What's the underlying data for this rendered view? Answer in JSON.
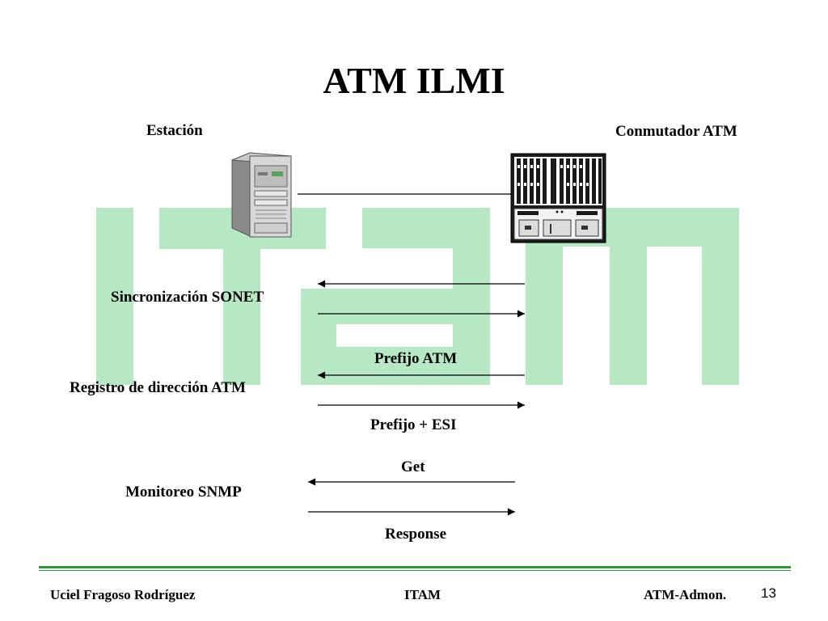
{
  "slide": {
    "title": "ATM ILMI",
    "watermark_color": "#b6e8c4",
    "footer_line_color": "#2e9a3a"
  },
  "devices": {
    "station_label": "Estación",
    "switch_label": "Conmutador ATM"
  },
  "flows": [
    {
      "group": "Sincronización SONET",
      "messages": [
        {
          "direction": "left",
          "label": ""
        },
        {
          "direction": "right",
          "label": ""
        }
      ]
    },
    {
      "group": "Registro de dirección ATM",
      "messages": [
        {
          "direction": "left",
          "label": "Prefijo ATM"
        },
        {
          "direction": "right",
          "label": "Prefijo + ESI"
        }
      ]
    },
    {
      "group": "Monitoreo SNMP",
      "messages": [
        {
          "direction": "left",
          "label": "Get"
        },
        {
          "direction": "right",
          "label": "Response"
        }
      ]
    }
  ],
  "footer": {
    "author": "Uciel Fragoso Rodríguez",
    "center": "ITAM",
    "right": "ATM-Admon.",
    "page": "13"
  }
}
